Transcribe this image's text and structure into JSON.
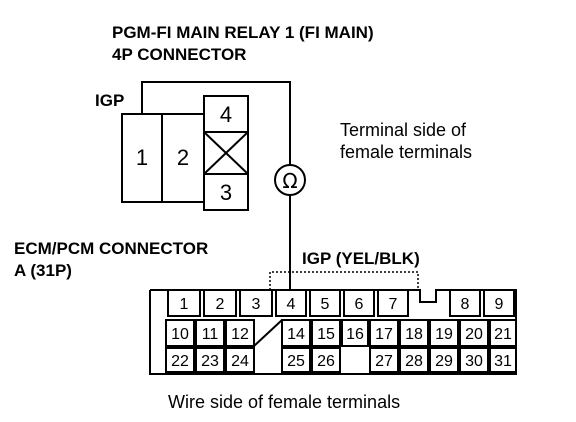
{
  "relay": {
    "title_line1": "PGM-FI MAIN RELAY 1 (FI MAIN)",
    "title_line2": "4P CONNECTOR",
    "igp_label": "IGP",
    "terminal_note_line1": "Terminal side of",
    "terminal_note_line2": "female terminals",
    "pins": [
      "1",
      "2",
      "4",
      "3"
    ],
    "meter_symbol": "Ω"
  },
  "ecm": {
    "title_line1": "ECM/PCM CONNECTOR",
    "title_line2": "A (31P)",
    "igp_wire_label": "IGP (YEL/BLK)",
    "row1": [
      "1",
      "2",
      "3",
      "4",
      "5",
      "6",
      "7",
      "8",
      "9"
    ],
    "row2": [
      "10",
      "11",
      "12",
      "14",
      "15",
      "16",
      "17",
      "18",
      "19",
      "20",
      "21"
    ],
    "row3": [
      "22",
      "23",
      "24",
      "25",
      "26",
      "27",
      "28",
      "29",
      "30",
      "31"
    ],
    "wire_side_note": "Wire side of female terminals"
  }
}
